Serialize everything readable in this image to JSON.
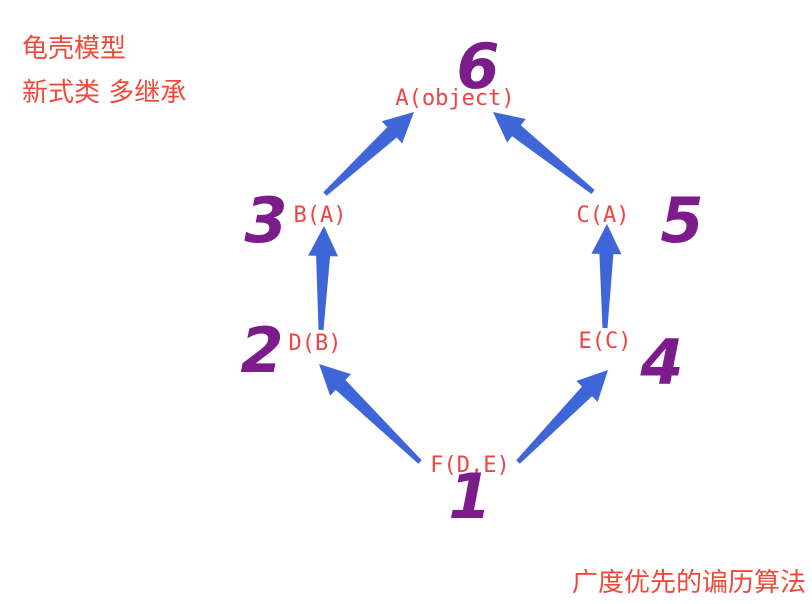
{
  "title": {
    "line1": "龟壳模型",
    "line2": "新式类 多继承"
  },
  "footer_note": "广度优先的谝历算法",
  "colors": {
    "text_red": "#f04a3a",
    "arrow_blue": "#3f66d9",
    "number_purple": "#7c1c8a"
  },
  "nodes": {
    "a": {
      "label": "A(object)",
      "order": "6"
    },
    "b": {
      "label": "B(A)",
      "order": "3"
    },
    "c": {
      "label": "C(A)",
      "order": "5"
    },
    "d": {
      "label": "D(B)",
      "order": "2"
    },
    "e": {
      "label": "E(C)",
      "order": "4"
    },
    "f": {
      "label": "F(D,E)",
      "order": "1"
    }
  },
  "edges": [
    {
      "from": "b",
      "to": "a"
    },
    {
      "from": "c",
      "to": "a"
    },
    {
      "from": "d",
      "to": "b"
    },
    {
      "from": "e",
      "to": "c"
    },
    {
      "from": "f",
      "to": "d"
    },
    {
      "from": "f",
      "to": "e"
    }
  ]
}
